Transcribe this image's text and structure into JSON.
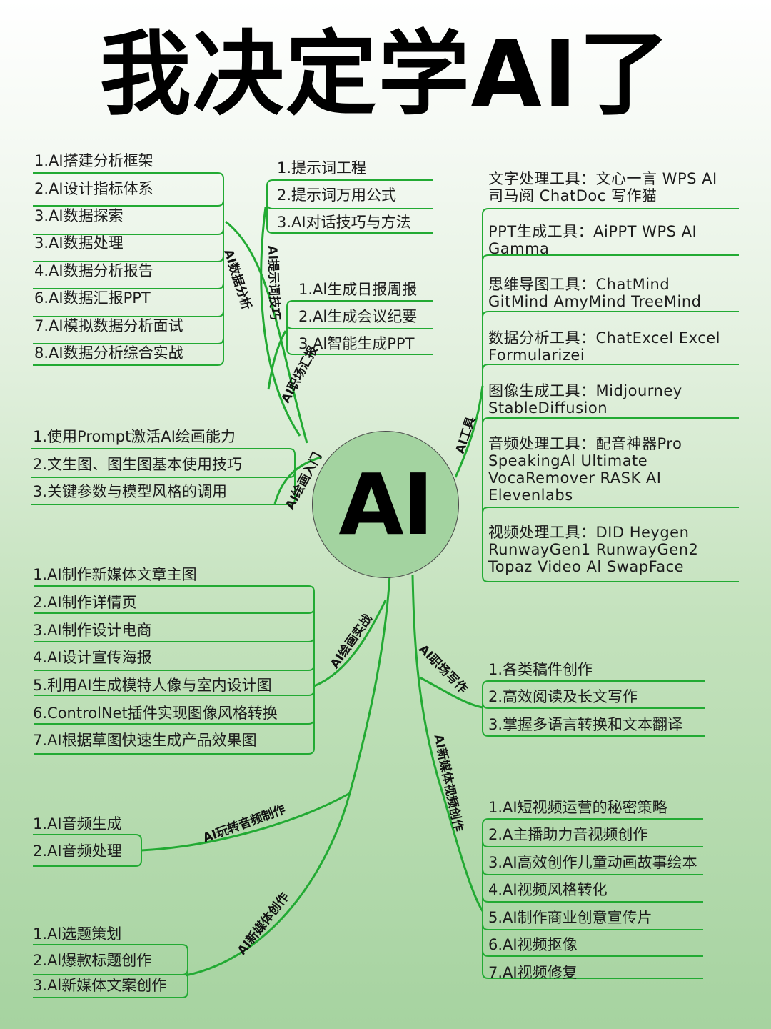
{
  "title": "我决定学AI了",
  "center": "AI",
  "colors": {
    "line": "#22aa33",
    "center_fill": "#a3d3a0",
    "bg_top": "#ffffff",
    "bg_bottom": "#a6d3a0"
  },
  "branches": {
    "data_analysis": {
      "label": "AI数据分析",
      "items": [
        "1.AI搭建分析框架",
        "2.AI设计指标体系",
        "3.AI数据探索",
        "3.AI数据处理",
        "4.AI数据分析报告",
        "6.AI数据汇报PPT",
        "7.AI模拟数据分析面试",
        "8.AI数据分析综合实战"
      ]
    },
    "prompt": {
      "label": "AI提示词技巧",
      "items": [
        "1.提示词工程",
        "2.提示词万用公式",
        "3.AI对话技巧与方法"
      ]
    },
    "report": {
      "label": "AI职场汇报",
      "items": [
        "1.Al生成日报周报",
        "2.Al生成会议纪要",
        "3.Al智能生成PPT"
      ]
    },
    "drawing_intro": {
      "label": "AI绘画入门",
      "items": [
        "1.使用Prompt激活AI绘画能力",
        "2.文生图、图生图基本使用技巧",
        "3.关键参数与模型风格的调用"
      ]
    },
    "tools": {
      "label": "AI工具",
      "items": [
        "文字处理工具：文心一言 WPS AI\n司马阅 ChatDoc 写作猫",
        "PPT生成工具：AiPPT WPS AI\nGamma",
        "思维导图工具：ChatMind\nGitMind AmyMind TreeMind",
        "数据分析工具：ChatExcel Excel\nFormularizei",
        "图像生成工具：Midjourney\nStableDiffusion",
        "音频处理工具：配音神器Pro\nSpeakingAl Ultimate\nVocaRemover RASK AI\nElevenlabs",
        "视频处理工具：DID Heygen\nRunwayGen1 RunwayGen2\nTopaz Video Al SwapFace"
      ]
    },
    "drawing_practice": {
      "label": "AI绘画实战",
      "items": [
        "1.AI制作新媒体文章主图",
        "2.AI制作详情页",
        "3.AI制作设计电商",
        "4.AI设计宣传海报",
        "5.利用AI生成模特人像与室内设计图",
        "6.ControlNet插件实现图像风格转换",
        "7.AI根据草图快速生成产品效果图"
      ]
    },
    "writing": {
      "label": "AI职场写作",
      "items": [
        "1.各类稿件创作",
        "2.高效阅读及长文写作",
        "3.掌握多语言转换和文本翻译"
      ]
    },
    "audio": {
      "label": "AI玩转音频制作",
      "items": [
        "1.AI音频生成",
        "2.AI音频处理"
      ]
    },
    "video": {
      "label": "AI新媒体视频创作",
      "items": [
        "1.AI短视频运营的秘密策略",
        "2.A主播助力音视频创作",
        "3.AI高效创作儿童动画故事绘本",
        "4.AI视频风格转化",
        "5.AI制作商业创意宣传片",
        "6.AI视频抠像",
        "7.AI视频修复"
      ]
    },
    "newmedia": {
      "label": "AI新媒体创作",
      "items": [
        "1.Al选题策划",
        "2.Al爆款标题创作",
        "3.Al新媒体文案创作"
      ]
    }
  }
}
